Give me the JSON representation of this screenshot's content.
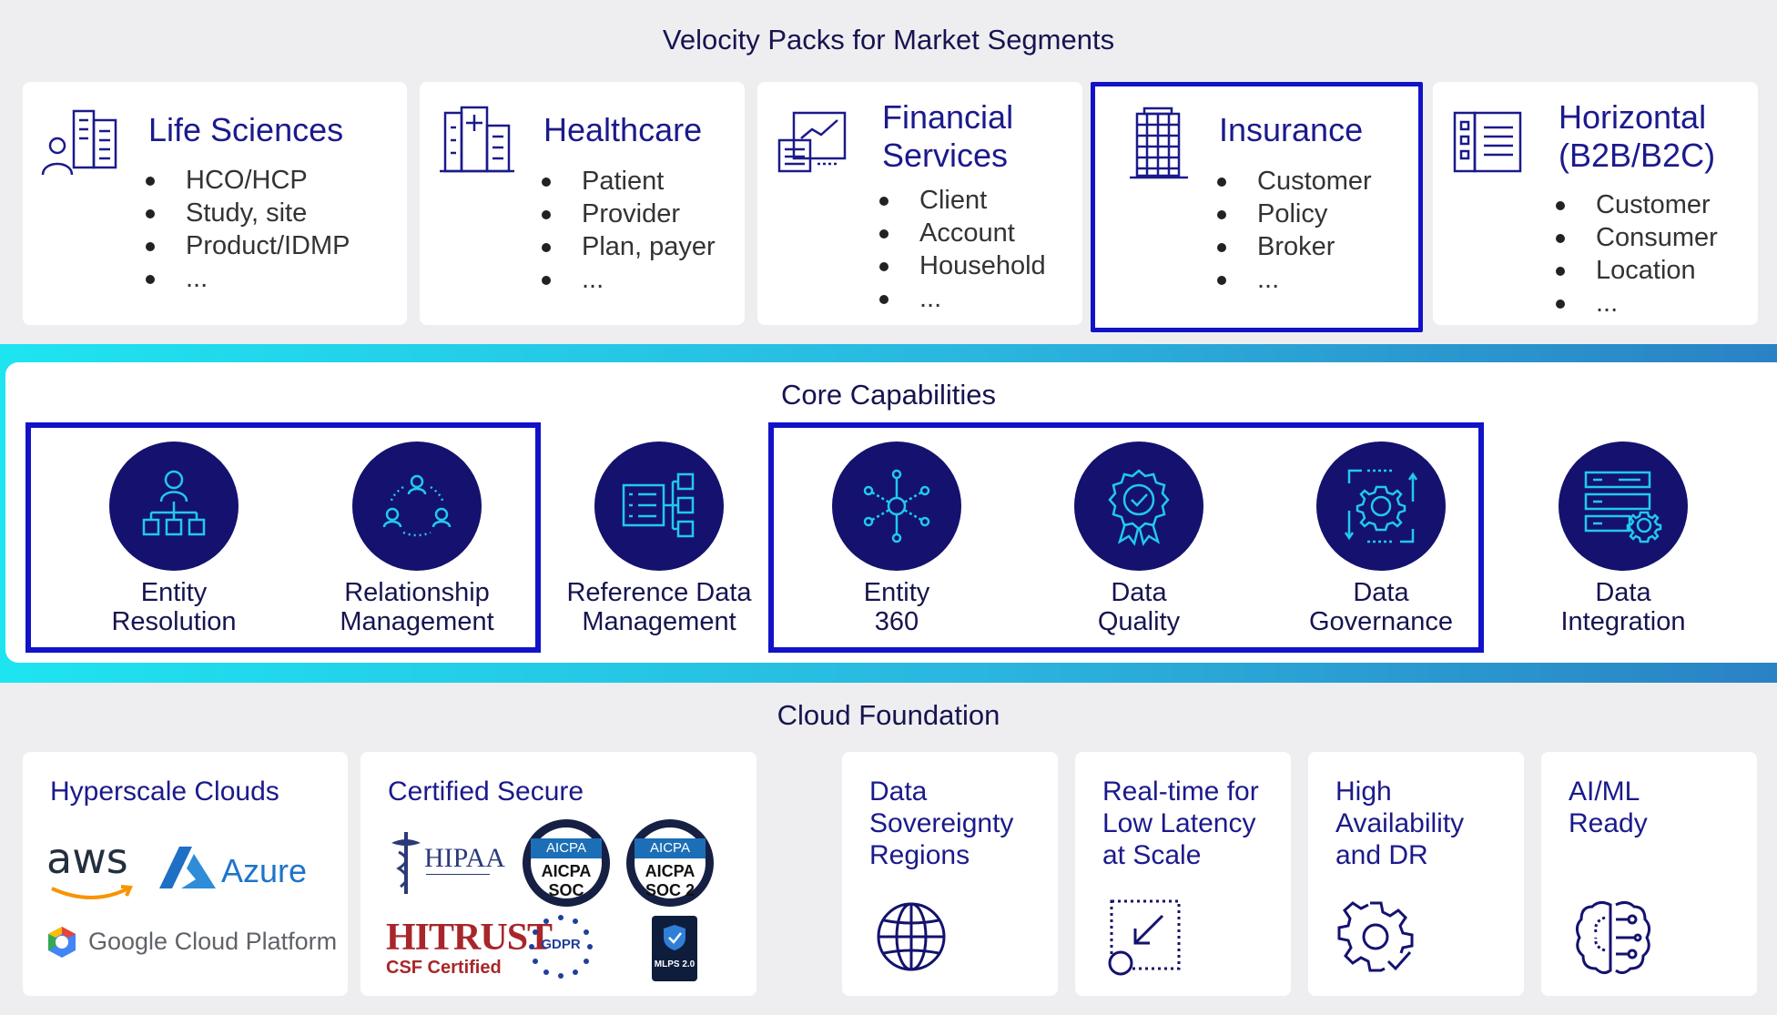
{
  "headings": {
    "market": "Velocity Packs for Market Segments",
    "core": "Core Capabilities",
    "cloud": "Cloud Foundation"
  },
  "segments": [
    {
      "title": "Life Sciences",
      "items": [
        "HCO/HCP",
        "Study, site",
        "Product/IDMP",
        "..."
      ],
      "icon": "life-sciences-icon",
      "highlight": false
    },
    {
      "title": "Healthcare",
      "items": [
        "Patient",
        "Provider",
        "Plan, payer",
        "..."
      ],
      "icon": "hospital-icon",
      "highlight": false
    },
    {
      "title": "Financial Services",
      "title_lines": [
        "Financial",
        "Services"
      ],
      "items": [
        "Client",
        "Account",
        "Household",
        "..."
      ],
      "icon": "financial-chart-icon",
      "highlight": false
    },
    {
      "title": "Insurance",
      "items": [
        "Customer",
        "Policy",
        "Broker",
        "..."
      ],
      "icon": "office-building-icon",
      "highlight": true
    },
    {
      "title": "Horizontal (B2B/B2C)",
      "title_lines": [
        "Horizontal",
        "(B2B/B2C)"
      ],
      "items": [
        "Customer",
        "Consumer",
        "Location",
        "..."
      ],
      "icon": "document-list-icon",
      "highlight": false
    }
  ],
  "capabilities": [
    {
      "label_lines": [
        "Entity",
        "Resolution"
      ],
      "icon": "hierarchy-person-icon"
    },
    {
      "label_lines": [
        "Relationship",
        "Management"
      ],
      "icon": "people-network-icon"
    },
    {
      "label_lines": [
        "Reference Data",
        "Management"
      ],
      "icon": "checklist-icon"
    },
    {
      "label_lines": [
        "Entity",
        "360"
      ],
      "icon": "hub-network-icon"
    },
    {
      "label_lines": [
        "Data",
        "Quality"
      ],
      "icon": "award-badge-icon"
    },
    {
      "label_lines": [
        "Data",
        "Governance"
      ],
      "icon": "gear-arrows-icon"
    },
    {
      "label_lines": [
        "Data",
        "Integration"
      ],
      "icon": "server-gear-icon"
    }
  ],
  "cloud": {
    "hyperscale": {
      "title": "Hyperscale Clouds",
      "logos": [
        "aws",
        "Azure",
        "Google Cloud Platform"
      ]
    },
    "certified": {
      "title": "Certified Secure",
      "logos": [
        "HIPAA",
        "AICPA SOC",
        "AICPA SOC 2",
        "HITRUST",
        "CSF Certified",
        "GDPR",
        "MLPS 2.0"
      ]
    },
    "features": [
      {
        "title_lines": [
          "Data",
          "Sovereignty",
          "Regions"
        ],
        "icon": "globe-icon"
      },
      {
        "title_lines": [
          "Real-time for",
          "Low Latency",
          "at Scale"
        ],
        "icon": "shrink-arrow-icon"
      },
      {
        "title_lines": [
          "High",
          "Availability",
          "and DR"
        ],
        "icon": "gear-check-icon"
      },
      {
        "title_lines": [
          "AI/ML",
          "Ready"
        ],
        "icon": "brain-circuit-icon"
      }
    ]
  },
  "colors": {
    "navy": "#14126e",
    "blue": "#1b1a8c",
    "highlight": "#1212c8",
    "band_start": "#1ee4f0",
    "band_end": "#2a82c4"
  }
}
